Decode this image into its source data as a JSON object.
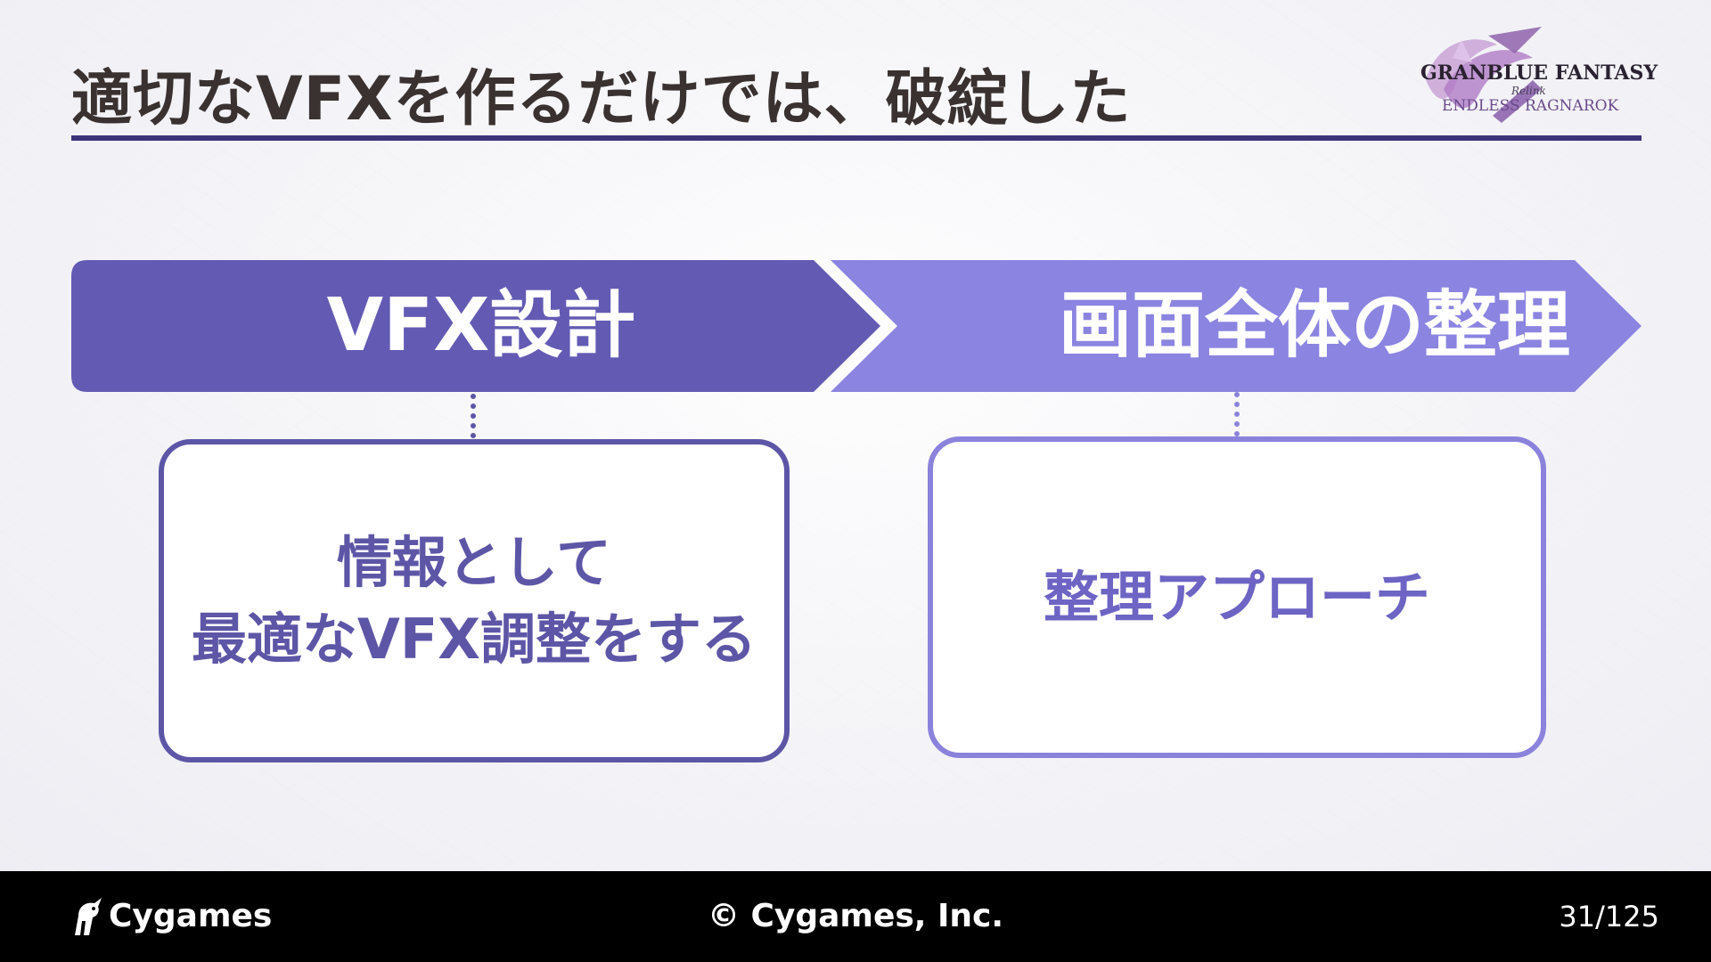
{
  "slide": {
    "title": "適切なVFXを作るだけでは、破綻した"
  },
  "logo": {
    "line1": "GRANBLUE FANTASY",
    "line2": "Relink",
    "line3": "ENDLESS RAGNAROK"
  },
  "flow": {
    "steps": [
      {
        "label": "VFX設計",
        "color": "#635bb3",
        "detail_lines": [
          "情報として",
          "最適なVFX調整をする"
        ],
        "detail_color": "#5d56a6"
      },
      {
        "label": "画面全体の整理",
        "color": "#8b84e0",
        "detail_lines": [
          "整理アプローチ"
        ],
        "detail_color": "#8b82dc"
      }
    ]
  },
  "footer": {
    "brand": "Cygames",
    "copyright": "© Cygames, Inc.",
    "page_number": "31/125"
  },
  "colors": {
    "title_text": "#3a3230",
    "title_rule": "#3c347a",
    "footer_bg": "#000000"
  }
}
